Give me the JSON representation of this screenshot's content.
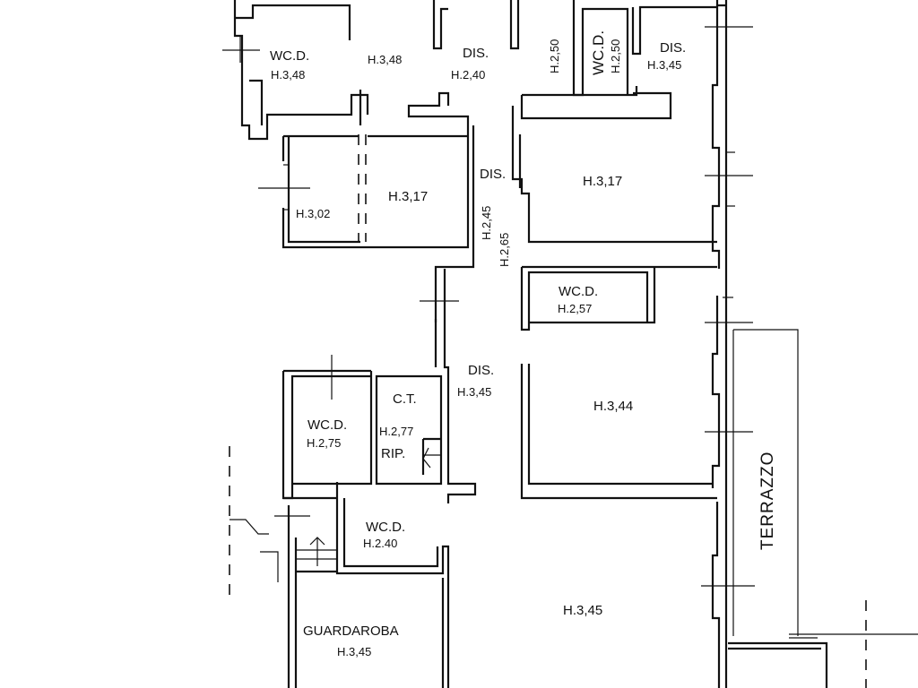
{
  "plan": {
    "top_left": {
      "wc": {
        "name": "WC.D.",
        "height": "H.3,48"
      },
      "room": {
        "height": "H.3,48"
      },
      "dis": {
        "name": "DIS.",
        "height": "H.2,40"
      }
    },
    "top_center_h250": "H.2,50",
    "top_right": {
      "wc": {
        "name": "WC.D.",
        "height": "H.2,50"
      },
      "dis": {
        "name": "DIS.",
        "height": "H.3,45"
      }
    },
    "upper_left": {
      "room": {
        "height": "H.3,17"
      },
      "alcove": {
        "height": "H.3,02"
      }
    },
    "corridor": {
      "dis_upper": "DIS.",
      "h245": "H.2,45",
      "h265": "H.2,65",
      "dis_lower": {
        "name": "DIS.",
        "height": "H.3,45"
      }
    },
    "upper_right": {
      "room": {
        "height": "H.3,17"
      }
    },
    "right_wc": {
      "name": "WC.D.",
      "height": "H.2,57"
    },
    "mid_right": {
      "room": {
        "height": "H.3,44"
      }
    },
    "lower_left": {
      "wc": {
        "name": "WC.D.",
        "height": "H.2,75"
      },
      "ct": {
        "name": "C.T.",
        "height": "H.2,77"
      },
      "rip": "RIP.",
      "wc2": {
        "name": "WC.D.",
        "height": "H.2.40"
      },
      "guardaroba": {
        "name": "GUARDAROBA",
        "height": "H.3,45"
      }
    },
    "bottom_right": {
      "room": {
        "height": "H.3,45"
      }
    },
    "terrace": "TERRAZZO"
  }
}
